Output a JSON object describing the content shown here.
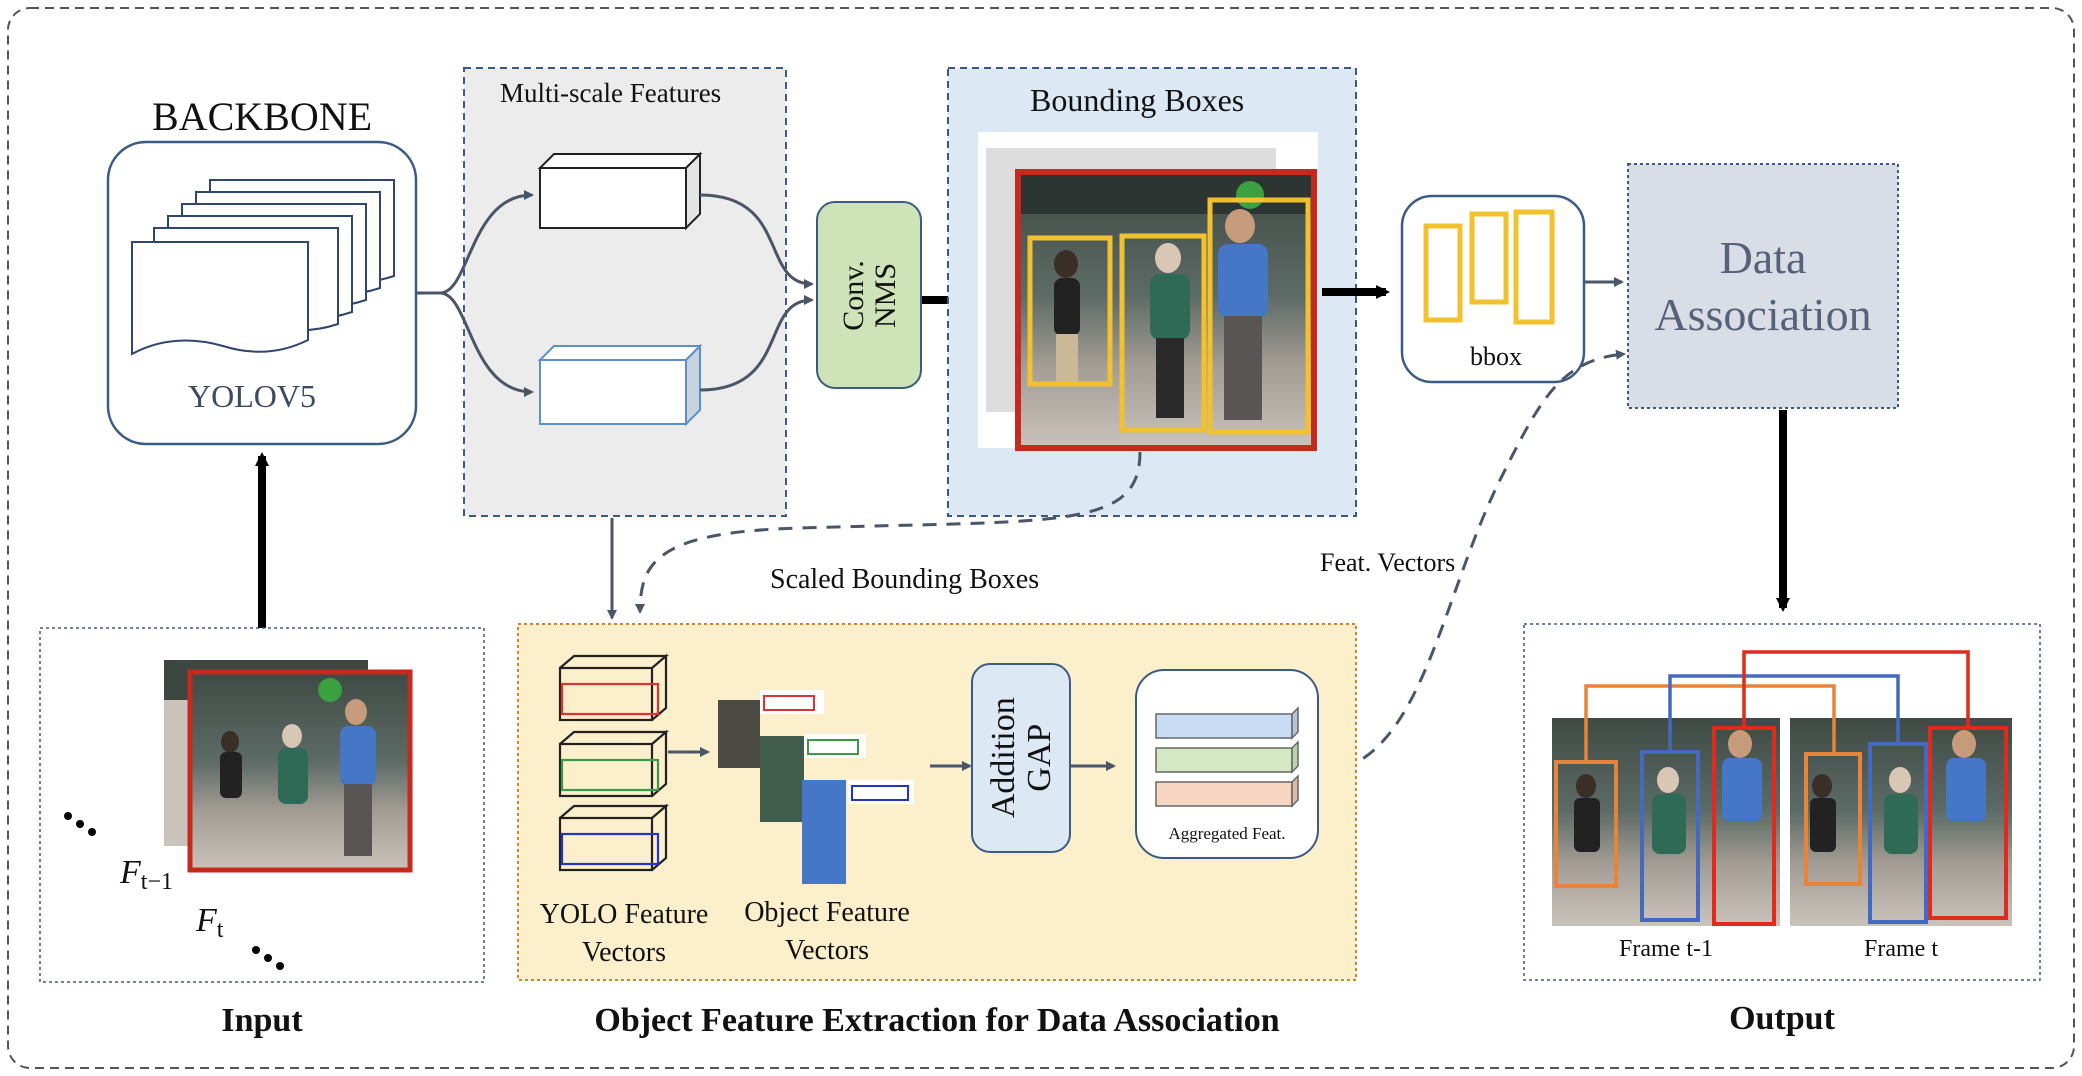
{
  "backbone": {
    "title": "BACKBONE",
    "model": "YOLOV5"
  },
  "multiscale": {
    "title": "Multi-scale Features"
  },
  "nms": {
    "line1": "Conv.",
    "line2": "NMS"
  },
  "bounding_boxes": {
    "title": "Bounding Boxes"
  },
  "bbox": {
    "label": "bbox"
  },
  "data_association": {
    "line1": "Data",
    "line2": "Association"
  },
  "labels": {
    "scaled_bounding_boxes": "Scaled Bounding Boxes",
    "feat_vectors": "Feat. Vectors"
  },
  "input": {
    "frame_prev": "F",
    "frame_prev_sub": "t−1",
    "frame_cur": "F",
    "frame_cur_sub": "t",
    "section_title": "Input"
  },
  "feature_extraction": {
    "yolo_line1": "YOLO Feature",
    "yolo_line2": "Vectors",
    "object_line1": "Object Feature",
    "object_line2": "Vectors",
    "gap_line1": "Addition",
    "gap_line2": "GAP",
    "aggregated": "Aggregated Feat.",
    "section_title": "Object Feature Extraction for Data Association"
  },
  "output": {
    "frame_prev": "Frame t-1",
    "frame_cur": "Frame t",
    "section_title": "Output"
  },
  "colors": {
    "outline_blue": "#3c5a86",
    "nms_fill": "#cfe3b8",
    "bbox_panel_fill": "#dce8f4",
    "multiscale_fill": "#ececec",
    "feature_panel_fill": "#fcefcb",
    "feature_panel_border": "#d6822b",
    "data_assoc_fill": "#d9dde6",
    "box_yellow": "#f2c12e",
    "box_red": "#c42a1e",
    "box_orange": "#e8833a",
    "box_blue": "#4469c0",
    "arrow": "#4a5568"
  }
}
